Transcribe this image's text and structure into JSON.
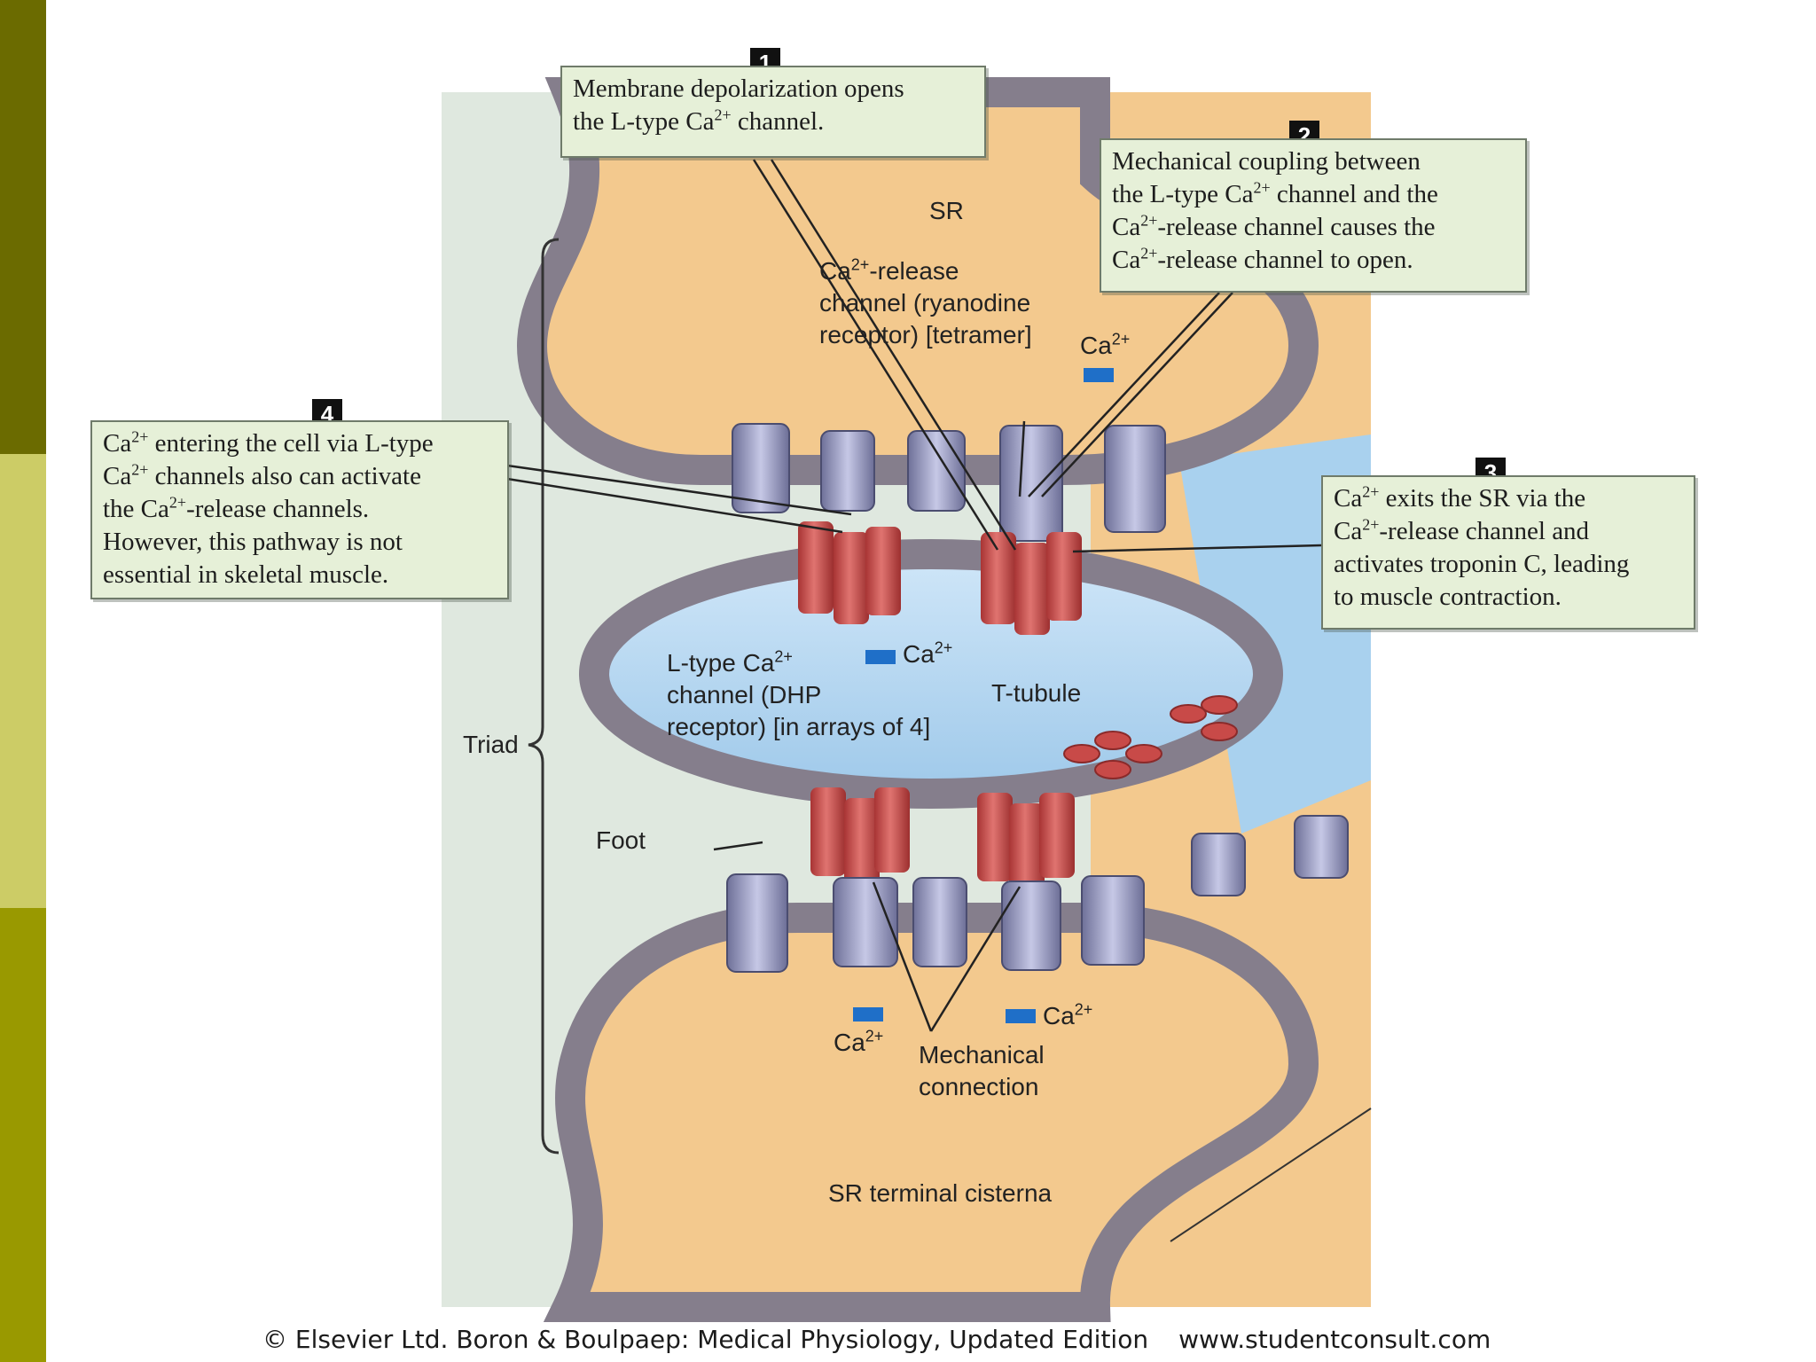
{
  "colors": {
    "sidebar_top": "#6b6b00",
    "sidebar_mid": "#cccc66",
    "sidebar_bottom": "#999900",
    "membrane": "#857e8c",
    "sr_lumen": "#f3c98e",
    "t_tubule": "#bcdcf2",
    "cytosol": "#dfe8df",
    "dhp_receptor": "#c84a48",
    "ryanodine_receptor": "#9ea0c8",
    "calcium": "#1f6fc8",
    "callout_fill": "#e6f0d8"
  },
  "callouts": {
    "step1": {
      "number": "1",
      "line1": "Membrane depolarization opens",
      "line2_a": "the L-type Ca",
      "line2_sup": "2+",
      "line2_b": " channel."
    },
    "step2": {
      "number": "2",
      "line1": "Mechanical coupling between",
      "line2_a": "the L-type Ca",
      "line2_sup": "2+",
      "line2_b": " channel and the",
      "line3_a": "Ca",
      "line3_sup": "2+",
      "line3_b": "-release channel causes the",
      "line4_a": "Ca",
      "line4_sup": "2+",
      "line4_b": "-release channel to open."
    },
    "step3": {
      "number": "3",
      "line1_a": "Ca",
      "line1_sup": "2+",
      "line1_b": " exits the SR via the",
      "line2_a": "Ca",
      "line2_sup": "2+",
      "line2_b": "-release channel and",
      "line3": "activates troponin C, leading",
      "line4": "to muscle contraction."
    },
    "step4": {
      "number": "4",
      "line1_a": "Ca",
      "line1_sup": "2+",
      "line1_b": " entering the cell via L-type",
      "line2_a": "Ca",
      "line2_sup": "2+",
      "line2_b": " channels also can activate",
      "line3_a": "the Ca",
      "line3_sup": "2+",
      "line3_b": "-release channels.",
      "line4": "However, this pathway is not",
      "line5": "essential in skeletal muscle."
    }
  },
  "labels": {
    "sr": "SR",
    "ryr_line1_a": "Ca",
    "ryr_line1_sup": "2+",
    "ryr_line1_b": "-release",
    "ryr_line2": "channel (ryanodine",
    "ryr_line3": "receptor) [tetramer]",
    "ca_top_a": "Ca",
    "ca_top_sup": "2+",
    "ltype_line1_a": "L-type Ca",
    "ltype_line1_sup": "2+",
    "ltype_line2": "channel (DHP",
    "ltype_line3": "receptor) [in arrays of 4]",
    "ca_mid_a": "Ca",
    "ca_mid_sup": "2+",
    "t_tubule": "T-tubule",
    "triad": "Triad",
    "foot": "Foot",
    "ca_bl_a": "Ca",
    "ca_bl_sup": "2+",
    "mech_line1": "Mechanical",
    "mech_line2": "connection",
    "ca_br_a": "Ca",
    "ca_br_sup": "2+",
    "sr_terminal": "SR terminal cisterna"
  },
  "caption": {
    "copyright": "© Elsevier Ltd. Boron & Boulpaep: Medical Physiology, Updated Edition",
    "url": "www.studentconsult.com"
  }
}
